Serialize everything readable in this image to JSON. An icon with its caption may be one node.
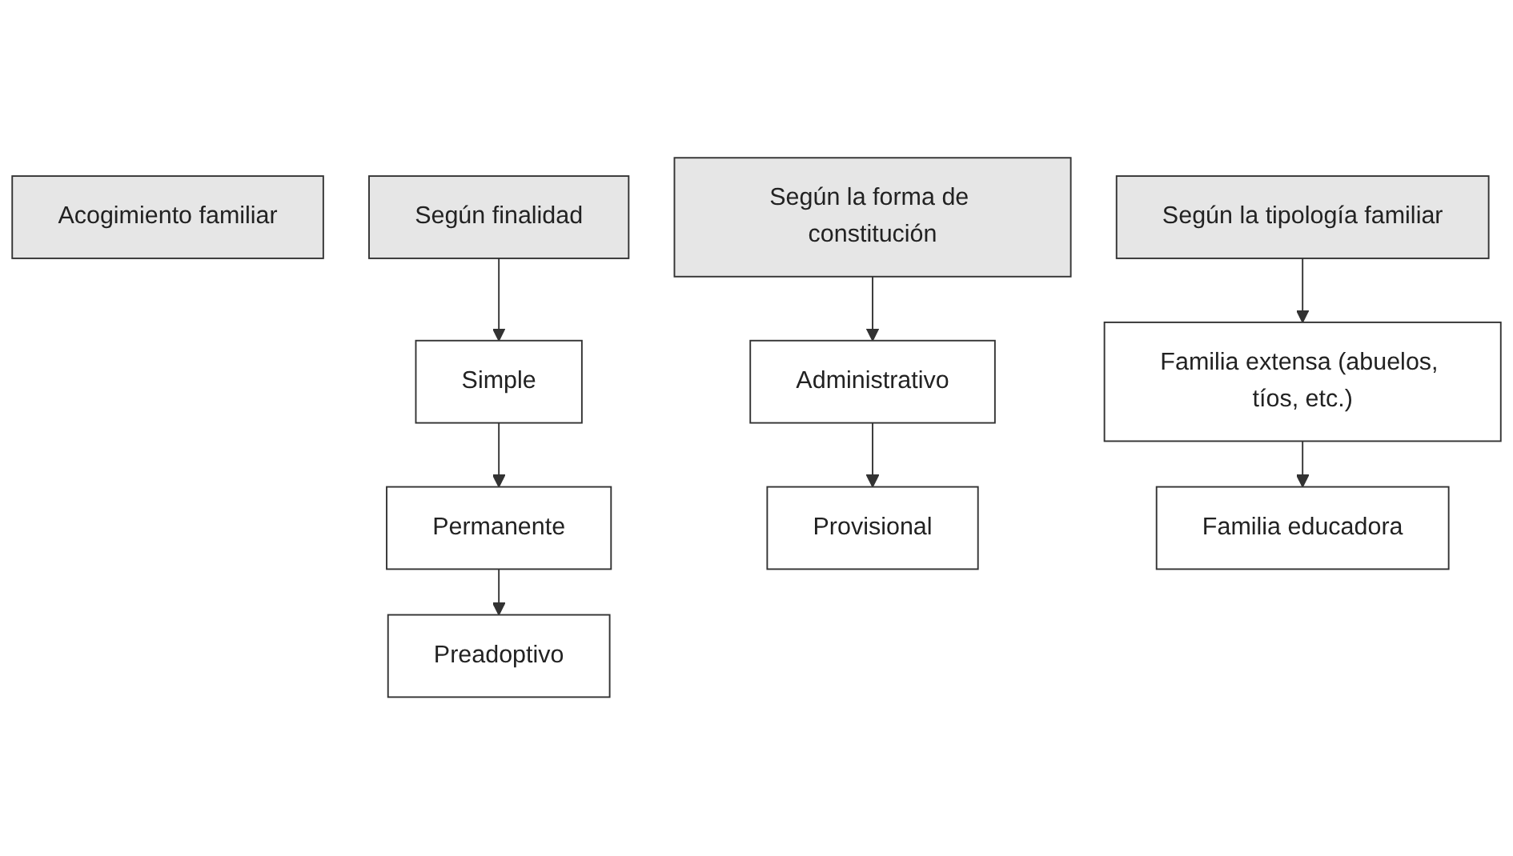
{
  "diagram": {
    "nodes": [
      {
        "text": [
          "Acogimiento familiar"
        ]
      },
      {
        "text": [
          "Según finalidad"
        ]
      },
      {
        "text": [
          "Según la forma de constitución"
        ]
      },
      {
        "text": [
          "Según la tipología familiar"
        ]
      },
      {
        "text": [
          "Simple"
        ]
      },
      {
        "text": [
          "Permanente"
        ]
      },
      {
        "text": [
          "Preadoptivo"
        ]
      },
      {
        "text": [
          "Administrativo"
        ]
      },
      {
        "text": [
          "Provisional"
        ]
      },
      {
        "text": [
          "Familia extensa (abuelos, tíos, etc.)"
        ]
      },
      {
        "text": [
          "Familia educadora"
        ]
      }
    ],
    "edges": [
      {
        "from": 1,
        "to": 4,
        "arrow": "to"
      },
      {
        "from": 4,
        "to": 5,
        "arrow": "to"
      },
      {
        "from": 5,
        "to": 6,
        "arrow": "to"
      },
      {
        "from": 2,
        "to": 7,
        "arrow": "to"
      },
      {
        "from": 7,
        "to": 8,
        "arrow": "to"
      },
      {
        "from": 3,
        "to": 9,
        "arrow": "to"
      },
      {
        "from": 9,
        "to": 10,
        "arrow": "to"
      }
    ]
  }
}
